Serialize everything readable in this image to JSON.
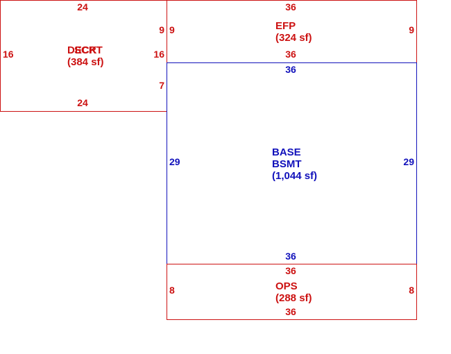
{
  "colors": {
    "addition": "#cc1111",
    "base": "#1111bb"
  },
  "areas": {
    "deck": {
      "name_a": "DECK",
      "name_b": "SCRT",
      "area": "(384 sf)",
      "dims": {
        "top": "24",
        "bottom": "24",
        "left": "16",
        "right": "16",
        "right_upper": "9",
        "right_lower": "7"
      }
    },
    "efp": {
      "name": "EFP",
      "area": "(324 sf)",
      "dims": {
        "top": "36",
        "bottom": "36",
        "left": "9",
        "right": "9"
      }
    },
    "base": {
      "name_line1": "BASE",
      "name_line2": "BSMT",
      "area": "(1,044 sf)",
      "dims": {
        "top": "36",
        "bottom": "36",
        "left": "29",
        "right": "29"
      }
    },
    "ops": {
      "name": "OPS",
      "area": "(288 sf)",
      "dims": {
        "top": "36",
        "bottom": "36",
        "left": "8",
        "right": "8"
      }
    }
  }
}
